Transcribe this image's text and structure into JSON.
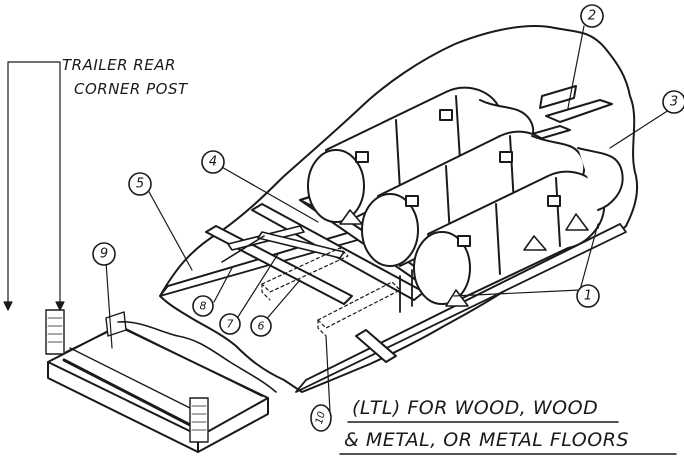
{
  "labels": {
    "corner_post_line1": "TRAILER REAR",
    "corner_post_line2": "CORNER POST",
    "caption_line1": "(LTL) FOR WOOD, WOOD",
    "caption_line2": "& METAL, OR METAL FLOORS"
  },
  "callouts": [
    "1",
    "2",
    "3",
    "4",
    "5",
    "6",
    "7",
    "8",
    "9",
    "10"
  ],
  "colors": {
    "ink": "#1a1a1a",
    "paper": "#ffffff"
  }
}
